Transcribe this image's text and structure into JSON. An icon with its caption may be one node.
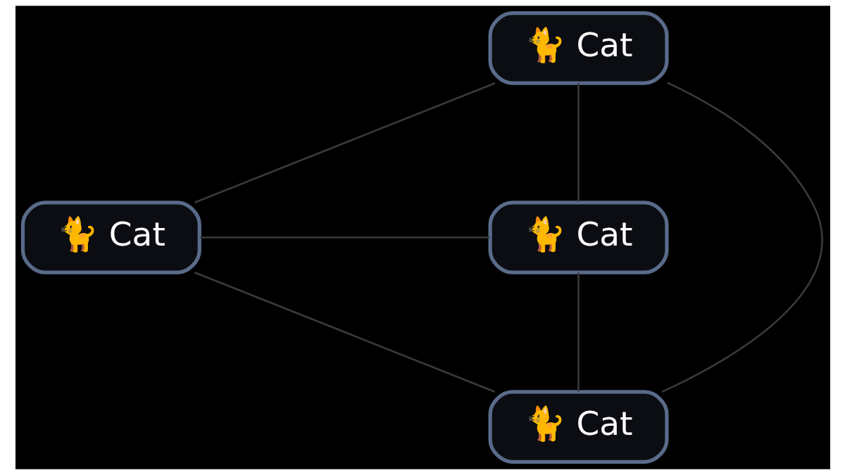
{
  "diagram": {
    "nodes": [
      {
        "text": [
          "🐈 Cat"
        ]
      },
      {
        "text": [
          "🐈 Cat"
        ]
      },
      {
        "text": [
          "🐈 Cat"
        ]
      },
      {
        "text": [
          "🐈 Cat"
        ]
      }
    ],
    "edges": [
      {
        "from": 0,
        "to": 1,
        "arrow": "none"
      },
      {
        "from": 0,
        "to": 2,
        "arrow": "none"
      },
      {
        "from": 0,
        "to": 3,
        "arrow": "none"
      },
      {
        "from": 1,
        "to": 2,
        "arrow": "none"
      },
      {
        "from": 1,
        "to": 3,
        "arrow": "none"
      },
      {
        "from": 2,
        "to": 3,
        "arrow": "none"
      }
    ]
  }
}
